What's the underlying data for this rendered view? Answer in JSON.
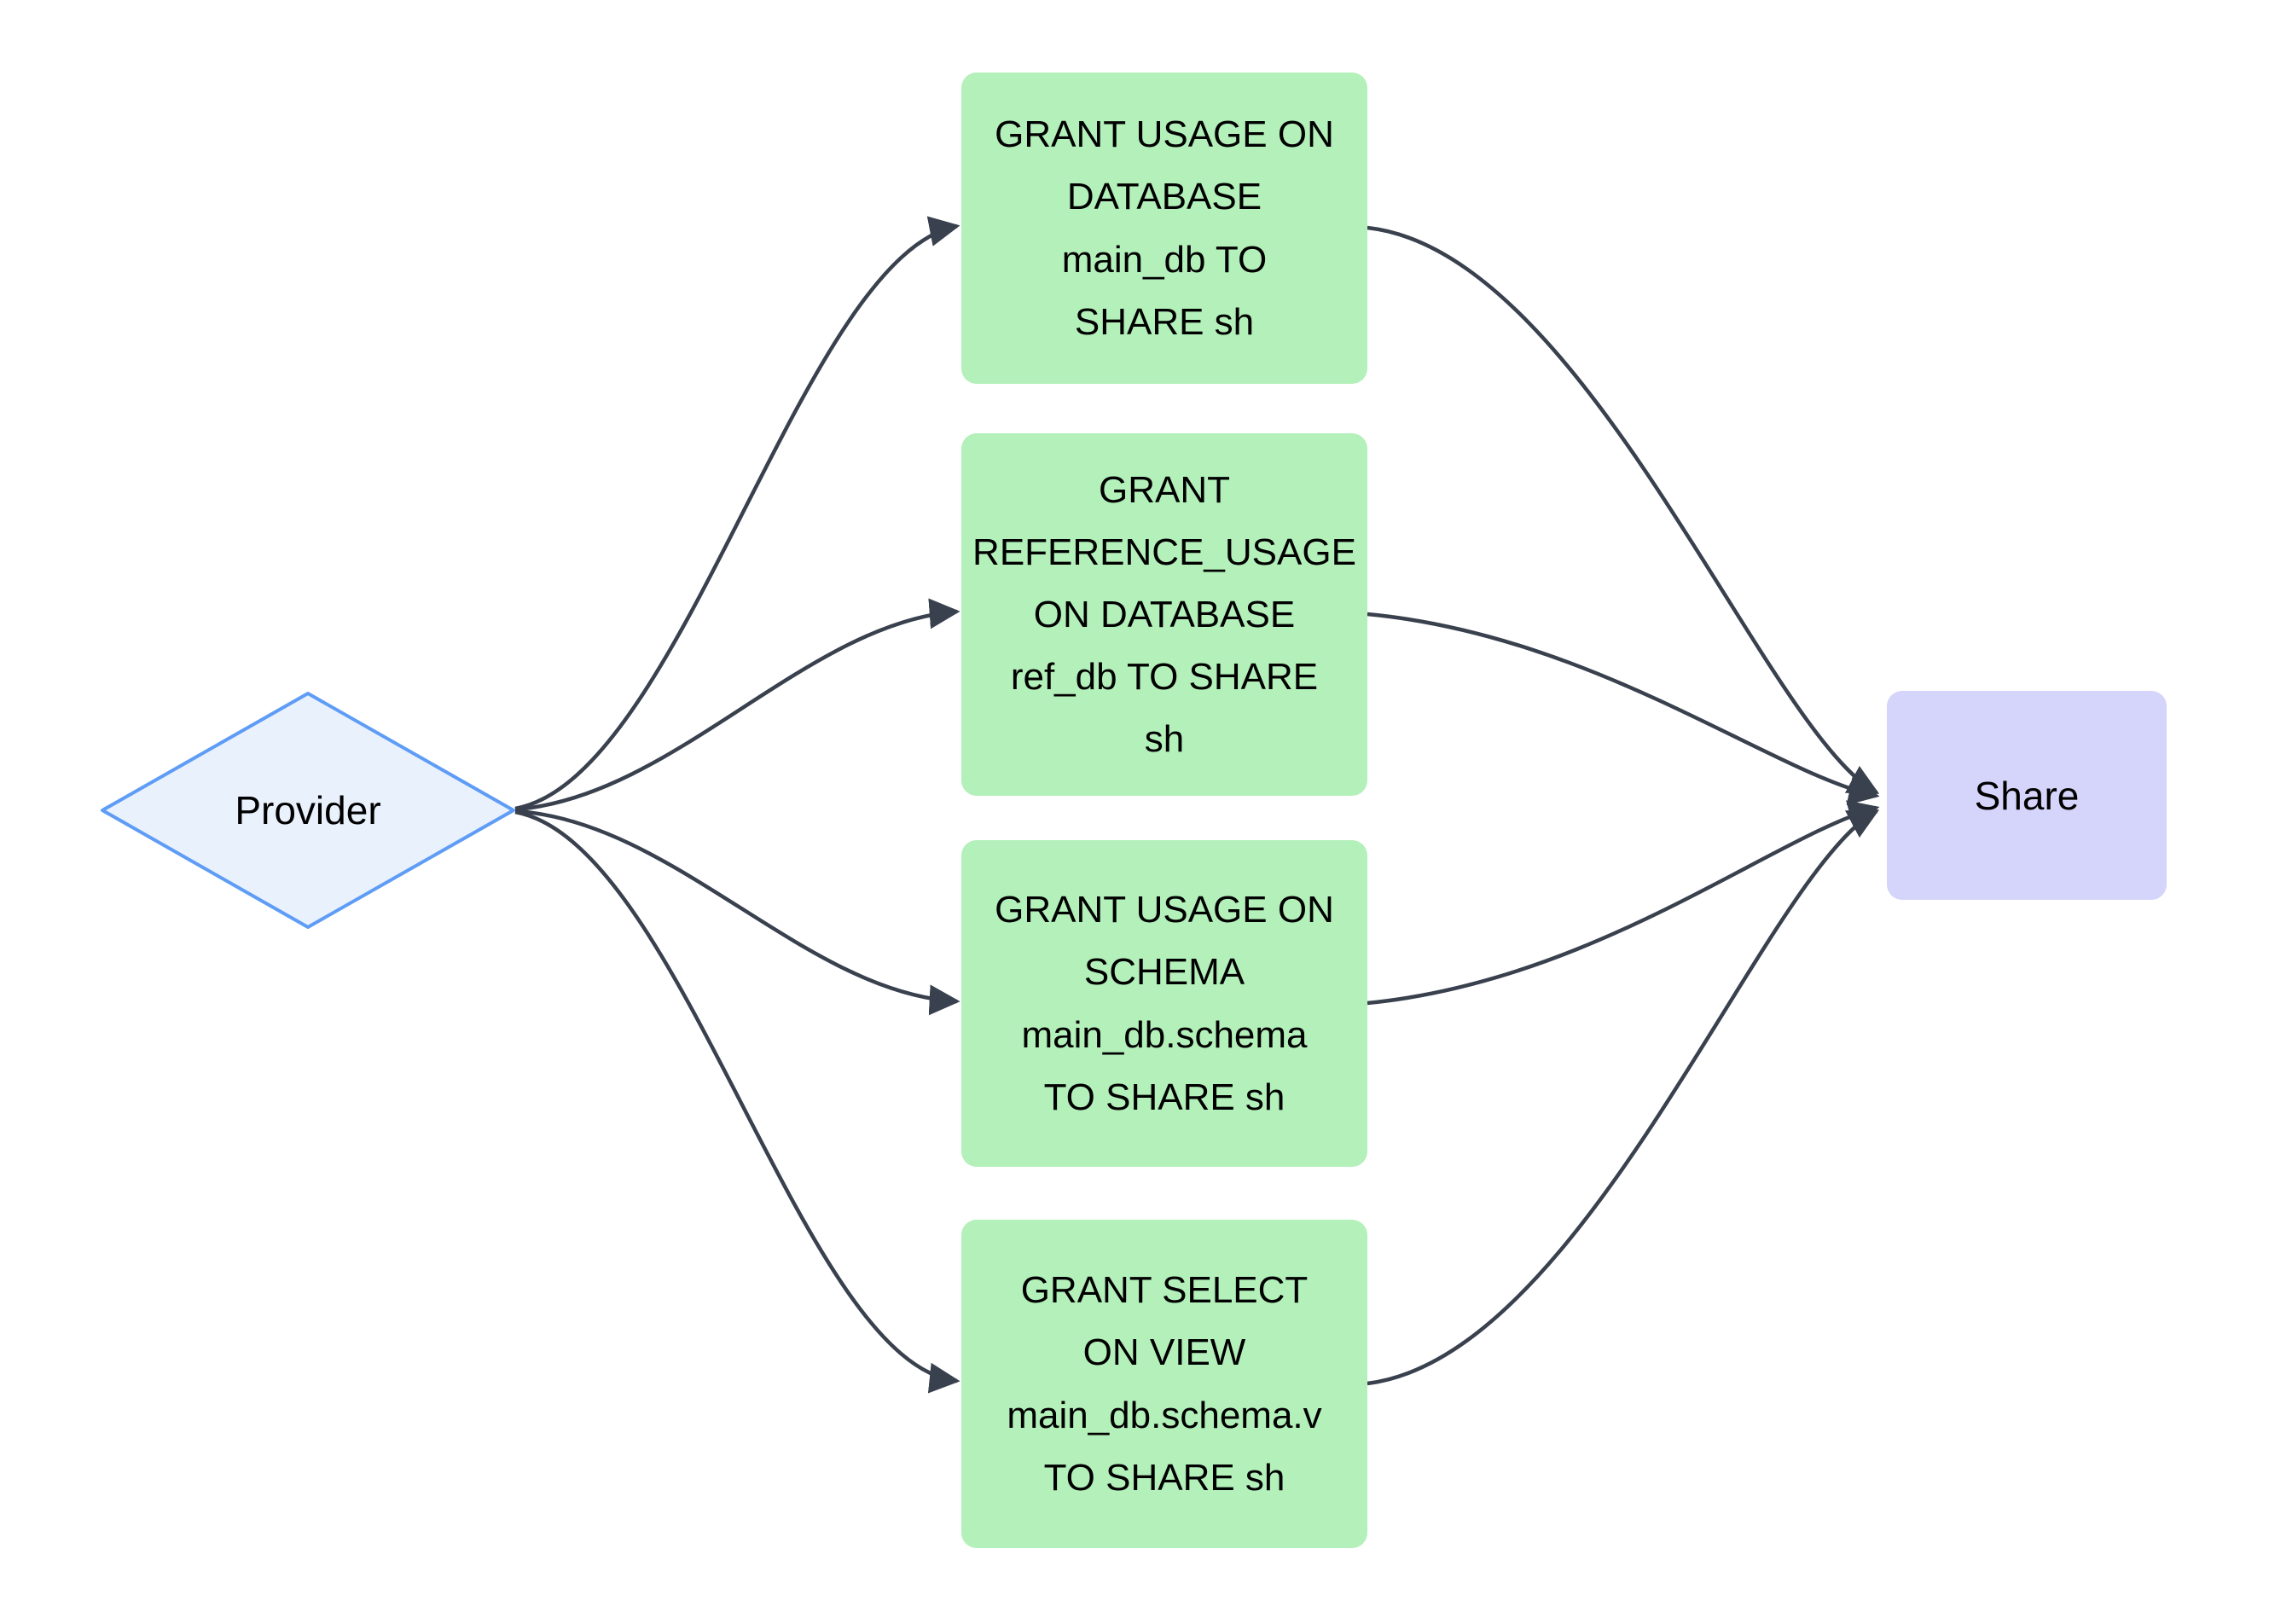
{
  "diagram": {
    "provider": {
      "label": "Provider"
    },
    "share": {
      "label": "Share"
    },
    "grants": [
      {
        "text": "GRANT USAGE ON\nDATABASE\nmain_db TO\nSHARE sh"
      },
      {
        "text": "GRANT\nREFERENCE_USAGE\nON DATABASE\nref_db TO SHARE\nsh"
      },
      {
        "text": "GRANT USAGE ON\nSCHEMA\nmain_db.schema\nTO SHARE sh"
      },
      {
        "text": "GRANT SELECT\nON VIEW\nmain_db.schema.v\nTO SHARE sh"
      }
    ],
    "colors": {
      "grant_fill": "#b3f0ba",
      "share_fill": "#d5d4fa",
      "provider_fill": "#e9f1fd",
      "provider_border": "#5e9cf6",
      "edge": "#3a414e",
      "text": "#000000"
    }
  }
}
